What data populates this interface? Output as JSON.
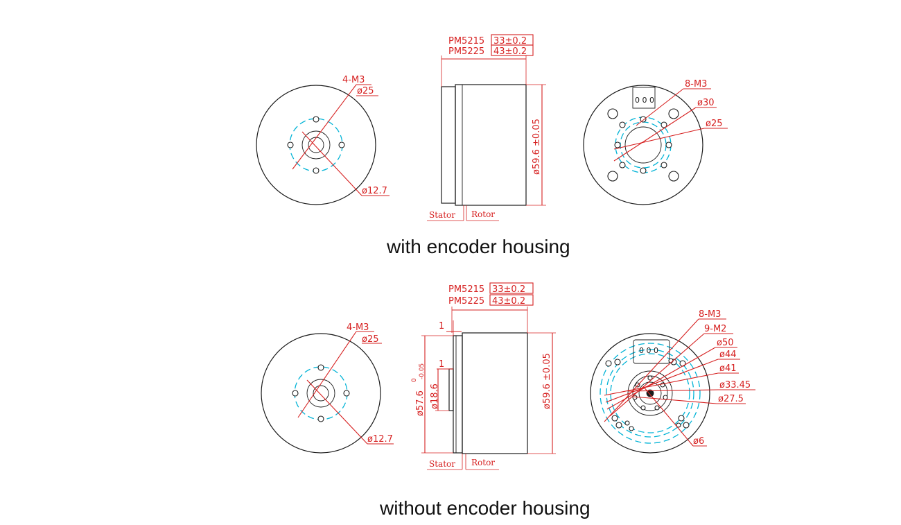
{
  "top": {
    "caption": "with  encoder housing",
    "front": {
      "holes_label": "4-M3",
      "pcd_label": "ø25",
      "bore_label": "ø12.7"
    },
    "side": {
      "pm5215_model": "PM5215",
      "pm5215_len": "33±0.2",
      "pm5225_model": "PM5225",
      "pm5225_len": "43±0.2",
      "dia_label": "ø59.6 ±0.05",
      "stator_label": "Stator",
      "rotor_label": "Rotor"
    },
    "rear": {
      "holes_label": "8-M3",
      "pcd30_label": "ø30",
      "pcd25_label": "ø25",
      "connector_pins": "0 0 0"
    }
  },
  "bottom": {
    "caption": "without  encoder housing",
    "front": {
      "holes_label": "4-M3",
      "pcd_label": "ø25",
      "bore_label": "ø12.7"
    },
    "side": {
      "pm5215_model": "PM5215",
      "pm5215_len": "33±0.2",
      "pm5225_model": "PM5225",
      "pm5225_len": "43±0.2",
      "step_top_label": "1",
      "step_mid_label": "1",
      "dia_outer_label": "ø59.6 ±0.05",
      "dia_stator_label": "ø57.6",
      "tol_upper": "0",
      "tol_lower": "-0.05",
      "dia_hub_label": "ø18.6",
      "stator_label": "Stator",
      "rotor_label": "Rotor"
    },
    "rear": {
      "m3_label": "8-M3",
      "m2_label": "9-M2",
      "d50_label": "ø50",
      "d44_label": "ø44",
      "d41_label": "ø41",
      "d3345_label": "ø33.45",
      "d275_label": "ø27.5",
      "d6_label": "ø6",
      "connector_pins": "0 0 0"
    }
  }
}
